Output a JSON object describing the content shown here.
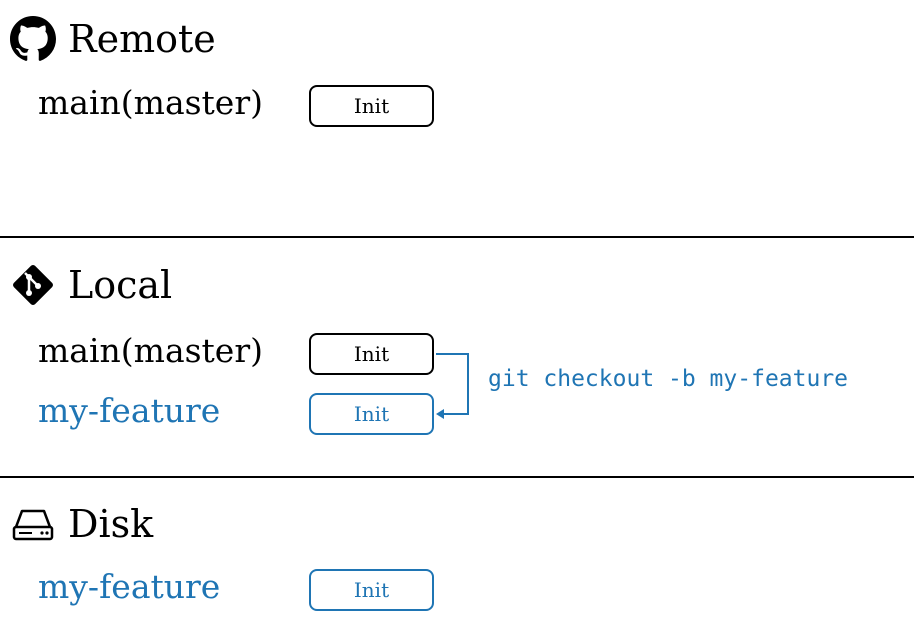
{
  "remote": {
    "title": "Remote",
    "icon": "github-icon",
    "branches": [
      {
        "name": "main(master)",
        "commit": "Init"
      }
    ]
  },
  "local": {
    "title": "Local",
    "icon": "git-icon",
    "branches": [
      {
        "name": "main(master)",
        "commit": "Init"
      },
      {
        "name": "my-feature",
        "commit": "Init"
      }
    ],
    "command": "git checkout -b my-feature"
  },
  "disk": {
    "title": "Disk",
    "icon": "hard-drive-icon",
    "branches": [
      {
        "name": "my-feature",
        "commit": "Init"
      }
    ]
  },
  "colors": {
    "accent": "#1f75b4",
    "text": "#000000"
  }
}
